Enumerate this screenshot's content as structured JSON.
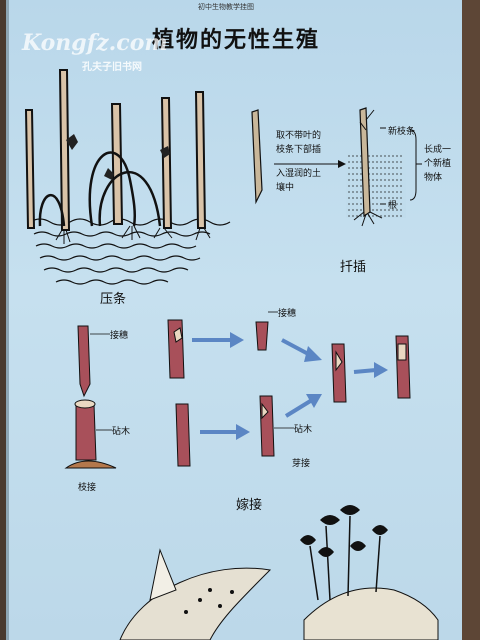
{
  "poster": {
    "header_small": "初中生物教学挂图",
    "title": "植物的无性生殖",
    "watermark": "Kongfz.com",
    "watermark_sub": "孔夫子旧书网"
  },
  "layering": {
    "caption": "压条"
  },
  "cutting": {
    "instruction": [
      "取不带叶的",
      "枝条下部插",
      "入湿润的土",
      "壤中"
    ],
    "label_new_branch": "新枝条",
    "label_root": "根",
    "label_grow": [
      "长成一",
      "个新植",
      "物体"
    ],
    "caption": "扦插"
  },
  "grafting": {
    "label_scion_1": "接穗",
    "label_scion_2": "接穗",
    "label_stock_1": "砧木",
    "label_stock_2": "砧木",
    "caption_branch": "枝接",
    "caption_bud": "芽接",
    "caption": "嫁接"
  },
  "colors": {
    "background": "#c0dcec",
    "stem": "#a8505a",
    "arrow": "#5b86c4"
  }
}
